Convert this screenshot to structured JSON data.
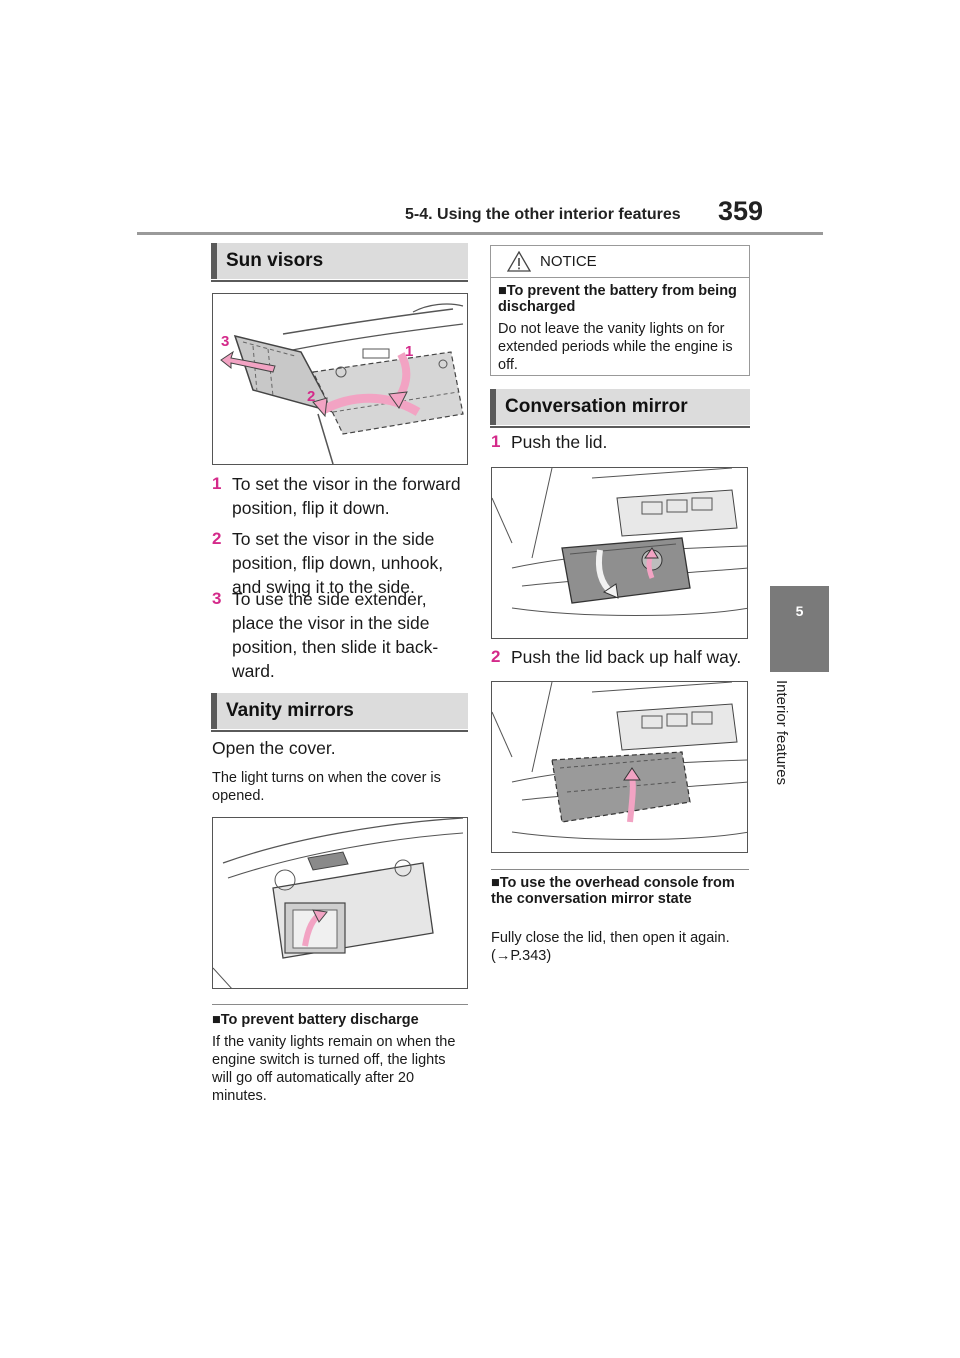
{
  "header": {
    "section_title": "5-4. Using the other interior features",
    "page_number": "359"
  },
  "side_tab": {
    "chapter_number": "5",
    "chapter_title": "Interior features"
  },
  "sun_visors": {
    "heading": "Sun visors",
    "figure_callouts": [
      "1",
      "2",
      "3"
    ],
    "steps": [
      {
        "num": "1",
        "text": "To set the visor in the forward position, flip it down."
      },
      {
        "num": "2",
        "text": "To set the visor in the side position, flip down, unhook, and swing it to the side."
      },
      {
        "num": "3",
        "text": "To use the side extender, place the visor in the side position, then slide it back-ward."
      }
    ]
  },
  "vanity_mirrors": {
    "heading": "Vanity mirrors",
    "instruction": "Open the cover.",
    "note": "The light turns on when the cover is opened.",
    "subsection": {
      "title": "To prevent battery discharge",
      "text": "If the vanity lights remain on when the engine switch is turned off, the lights will go off automatically after 20 minutes."
    }
  },
  "notice": {
    "label": "NOTICE",
    "title": "To prevent the battery from being discharged",
    "text": "Do not leave the vanity lights on for extended periods while the engine is off."
  },
  "conversation_mirror": {
    "heading": "Conversation mirror",
    "steps": [
      {
        "num": "1",
        "text": "Push the lid."
      },
      {
        "num": "2",
        "text": "Push the lid back up half way."
      }
    ],
    "subsection": {
      "title": "To use the overhead console from the conversation mirror state",
      "text_prefix": "Fully close the lid, then open it again. (",
      "ref": "P.343",
      "text_suffix": ")"
    }
  },
  "colors": {
    "accent_pink": "#d42a8a",
    "arrow_pink": "#f2a3c3",
    "heading_bg": "#dcdcdc",
    "tab_gray": "#7a7a7a"
  }
}
